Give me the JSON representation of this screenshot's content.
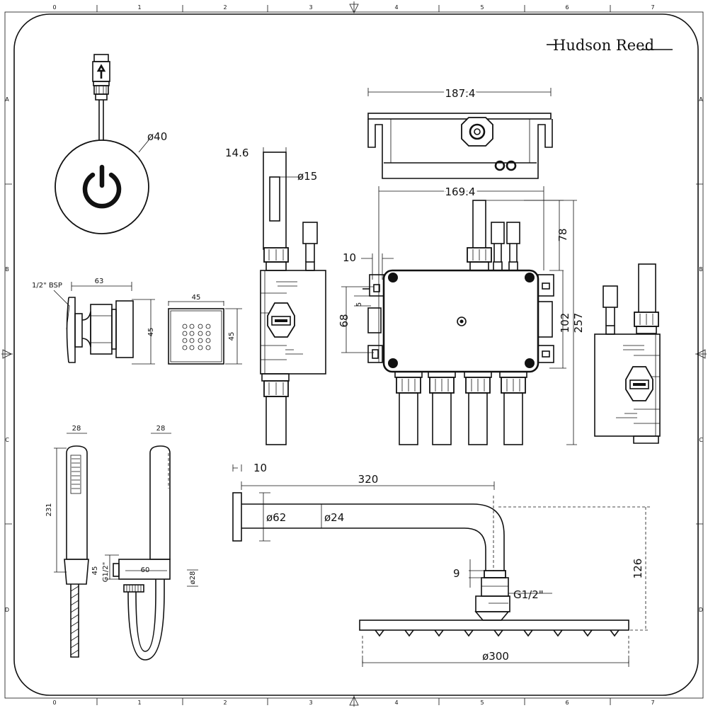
{
  "brand": {
    "name": "Hudson Reed"
  },
  "grid": {
    "columns": [
      "0",
      "1",
      "2",
      "3",
      "4",
      "5",
      "6",
      "7"
    ],
    "rows": [
      "A",
      "B",
      "C",
      "D"
    ]
  },
  "dimensions": {
    "button_diameter": "ø40",
    "arm_width": "14.6",
    "arm_diameter": "ø15",
    "box_top_width": "187.4",
    "box_body_width": "169.4",
    "box_top_offset": "78",
    "box_bracket_offset": "10",
    "box_small": "5",
    "box_bracket_height": "68",
    "box_height": "102",
    "box_total_height": "257",
    "outlet_thread": "1/2\" BSP",
    "outlet_depth": "63",
    "outlet_height": "45",
    "plate_width": "45",
    "plate_height": "45",
    "handset_width": "28",
    "handset_side_width": "28",
    "handset_length": "231",
    "bracket_height": "45",
    "bracket_thread": "G1/2\"",
    "bracket_width": "60",
    "hose_diameter": "ø28",
    "arm_flange": "10",
    "arm_length": "320",
    "flange_diameter": "ø62",
    "pipe_diameter": "ø24",
    "elbow_drop": "126",
    "nut_height": "9",
    "head_thread": "G1/2\"",
    "head_diameter": "ø300"
  }
}
